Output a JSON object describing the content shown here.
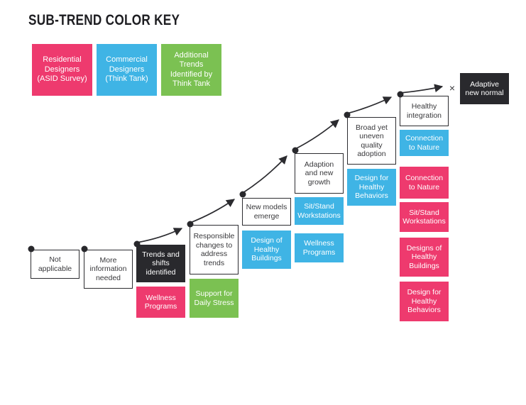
{
  "title": "SUB-TREND COLOR KEY",
  "colors": {
    "pink": "#EE3A6E",
    "blue": "#3FB4E5",
    "green": "#7BC152",
    "dark": "#29292D"
  },
  "legend": {
    "items": [
      {
        "label": "Residential Designers (ASID Survey)",
        "color": "pink"
      },
      {
        "label": "Commercial Designers (Think Tank)",
        "color": "blue"
      },
      {
        "label": "Additional Trends Identified by Think Tank",
        "color": "green"
      }
    ]
  },
  "timeline": {
    "end_marker": "×",
    "stages": [
      {
        "label": "Not applicable",
        "type": "white",
        "sub_trends": []
      },
      {
        "label": "More information needed",
        "type": "white",
        "sub_trends": []
      },
      {
        "label": "Trends and shifts identified",
        "type": "dark",
        "sub_trends": [
          {
            "label": "Wellness Programs",
            "color": "pink"
          }
        ]
      },
      {
        "label": "Responsible changes to address trends",
        "type": "white",
        "sub_trends": [
          {
            "label": "Support for Daily Stress",
            "color": "green"
          }
        ]
      },
      {
        "label": "New models emerge",
        "type": "white",
        "sub_trends": [
          {
            "label": "Design of Healthy Buildings",
            "color": "blue"
          }
        ]
      },
      {
        "label": "Adaption and new growth",
        "type": "white",
        "sub_trends": [
          {
            "label": "Sit/Stand Workstations",
            "color": "blue"
          },
          {
            "label": "Wellness Programs",
            "color": "blue"
          }
        ]
      },
      {
        "label": "Broad yet uneven quality adoption",
        "type": "white",
        "sub_trends": [
          {
            "label": "Design for Healthy Behaviors",
            "color": "blue"
          }
        ]
      },
      {
        "label": "Healthy integration",
        "type": "white",
        "sub_trends": [
          {
            "label": "Connection to Nature",
            "color": "blue"
          },
          {
            "label": "Connection to Nature",
            "color": "pink"
          },
          {
            "label": "Sit/Stand Workstations",
            "color": "pink"
          },
          {
            "label": "Designs of Healthy Buildings",
            "color": "pink"
          },
          {
            "label": "Design for Healthy Behaviors",
            "color": "pink"
          }
        ]
      },
      {
        "label": "Adaptive new normal",
        "type": "dark",
        "sub_trends": []
      }
    ]
  }
}
